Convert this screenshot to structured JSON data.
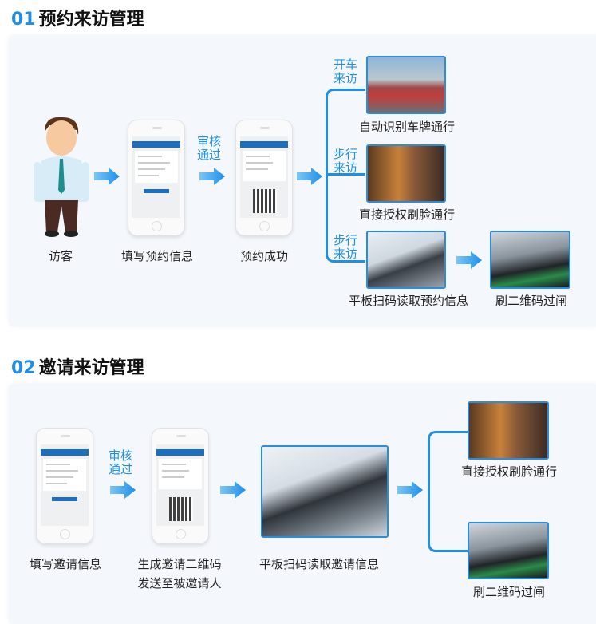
{
  "section1": {
    "num": "01",
    "title": "预约来访管理",
    "visitor": "访客",
    "fill": "填写预约信息",
    "review": "审核通过",
    "success": "预约成功",
    "branches": [
      {
        "tag": "开车来访",
        "caption": "自动识别车牌通行"
      },
      {
        "tag": "步行来访",
        "caption": "直接授权刷脸通行"
      },
      {
        "tag": "步行来访",
        "caption": "平板扫码读取预约信息"
      }
    ],
    "final": "刷二维码过闸"
  },
  "section2": {
    "num": "02",
    "title": "邀请来访管理",
    "fill": "填写邀请信息",
    "review": "审核通过",
    "generate_line1": "生成邀请二维码",
    "generate_line2": "发送至被邀请人",
    "scan": "平板扫码读取邀请信息",
    "face": "直接授权刷脸通行",
    "qr": "刷二维码过闸"
  },
  "colors": {
    "accent": "#1e8fe8",
    "panel": "#f4f7fb"
  }
}
